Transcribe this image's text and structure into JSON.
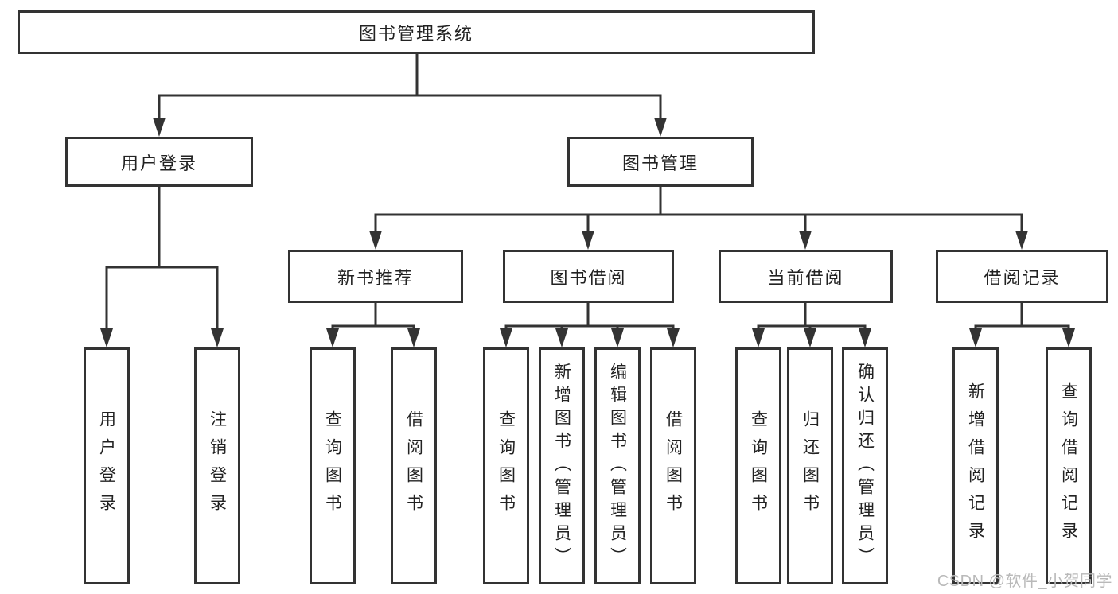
{
  "diagram_type": "hierarchy-tree",
  "colors": {
    "line": "#333333",
    "box_border": "#333333",
    "text": "#222222",
    "background": "#ffffff",
    "watermark_text": "#b9b9b9"
  },
  "tree": {
    "label": "图书管理系统",
    "children": [
      {
        "label": "用户登录",
        "children": [
          {
            "label": "用户登录"
          },
          {
            "label": "注销登录"
          }
        ]
      },
      {
        "label": "图书管理",
        "children": [
          {
            "label": "新书推荐",
            "children": [
              {
                "label": "查询图书"
              },
              {
                "label": "借阅图书"
              }
            ]
          },
          {
            "label": "图书借阅",
            "children": [
              {
                "label": "查询图书"
              },
              {
                "label": "新增图书（管理员）"
              },
              {
                "label": "编辑图书（管理员）"
              },
              {
                "label": "借阅图书"
              }
            ]
          },
          {
            "label": "当前借阅",
            "children": [
              {
                "label": "查询图书"
              },
              {
                "label": "归还图书"
              },
              {
                "label": "确认归还（管理员）"
              }
            ]
          },
          {
            "label": "借阅记录",
            "children": [
              {
                "label": "新增借阅记录"
              },
              {
                "label": "查询借阅记录"
              }
            ]
          }
        ]
      }
    ]
  },
  "watermark": "CSDN @软件_小贺同学"
}
